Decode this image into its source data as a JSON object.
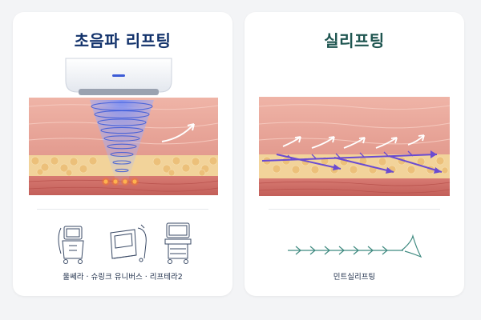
{
  "left_card": {
    "title": "초음파 리프팅",
    "devices_caption": "울쎄라 · 슈링크 유니버스 · 리프테라2",
    "devices": [
      "ulthera-machine-icon",
      "shurink-universe-machine-icon",
      "liftera2-machine-icon"
    ]
  },
  "right_card": {
    "title": "실리프팅",
    "thread_caption": "민트실리프팅"
  },
  "colors": {
    "left_title": "#12326b",
    "right_title": "#1e5550",
    "skin_top": "#e9a79b",
    "fat_layer": "#f1cf8c",
    "muscle": "#cf6f68",
    "ultrasound_beam": "#3c5bd6",
    "thread": "#6a4bd1",
    "focal_points": "#ff7a1a",
    "thread_green": "#3f8a80"
  }
}
